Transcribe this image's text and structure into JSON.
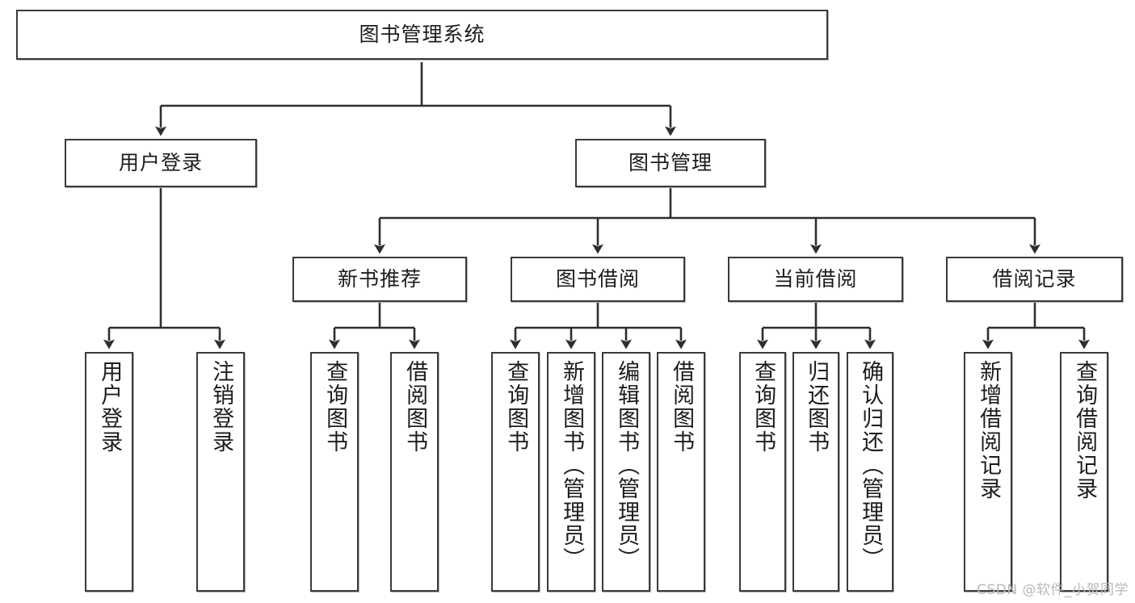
{
  "diagram": {
    "title": "图书管理系统",
    "type": "tree-hierarchy",
    "orientation": "top-down",
    "colors": {
      "box_border": "#3a3a3a",
      "box_fill": "#ffffff",
      "connector": "#2e2e2e",
      "text": "#1c1c1c",
      "watermark": "#b8b8b8",
      "background": "#ffffff"
    },
    "root": {
      "label": "图书管理系统"
    },
    "level2": [
      {
        "id": "user-login",
        "label": "用户登录"
      },
      {
        "id": "book-manage",
        "label": "图书管理"
      }
    ],
    "level3": [
      {
        "id": "new-book-recommend",
        "label": "新书推荐"
      },
      {
        "id": "book-borrow",
        "label": "图书借阅"
      },
      {
        "id": "current-borrow",
        "label": "当前借阅"
      },
      {
        "id": "borrow-record",
        "label": "借阅记录"
      }
    ],
    "leaves": {
      "user-login": [
        {
          "id": "leaf-user-login",
          "label": "用户登录"
        },
        {
          "id": "leaf-logout",
          "label": "注销登录"
        }
      ],
      "new-book-recommend": [
        {
          "id": "leaf-query-book-1",
          "label": "查询图书"
        },
        {
          "id": "leaf-borrow-book-1",
          "label": "借阅图书"
        }
      ],
      "book-borrow": [
        {
          "id": "leaf-query-book-2",
          "label": "查询图书"
        },
        {
          "id": "leaf-add-book",
          "label": "新增图书（管理员）"
        },
        {
          "id": "leaf-edit-book",
          "label": "编辑图书（管理员）"
        },
        {
          "id": "leaf-borrow-book-2",
          "label": "借阅图书"
        }
      ],
      "current-borrow": [
        {
          "id": "leaf-query-book-3",
          "label": "查询图书"
        },
        {
          "id": "leaf-return-book",
          "label": "归还图书"
        },
        {
          "id": "leaf-confirm-return",
          "label": "确认归还（管理员）"
        }
      ],
      "borrow-record": [
        {
          "id": "leaf-add-record",
          "label": "新增借阅记录"
        },
        {
          "id": "leaf-query-record",
          "label": "查询借阅记录"
        }
      ]
    },
    "watermark": "CSDN @软件_小贺同学"
  }
}
